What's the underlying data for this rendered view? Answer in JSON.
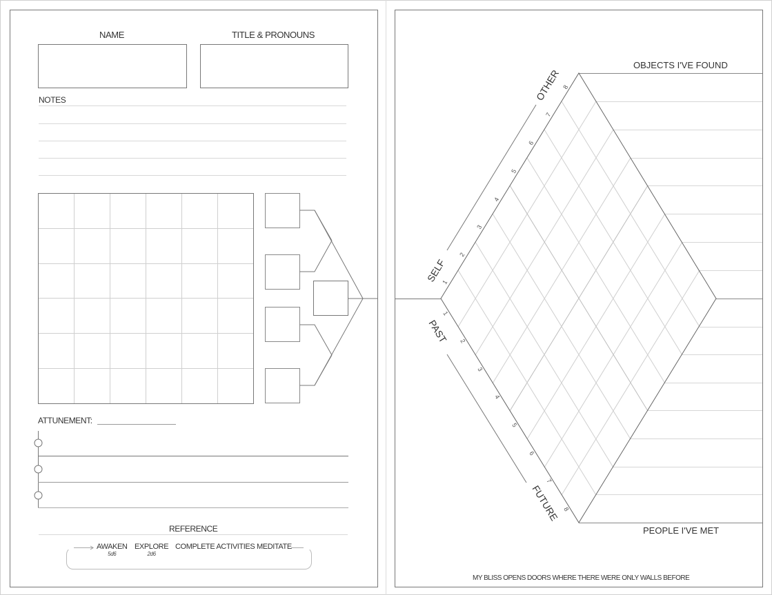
{
  "left_page": {
    "name_label": "NAME",
    "title_label": "TITLE & PRONOUNS",
    "notes_label": "NOTES",
    "notes_lines": 5,
    "grid": {
      "columns": 6,
      "rows": 6
    },
    "tree": {
      "leaf_boxes": 4,
      "root_box": 1
    },
    "attunement_label": "ATTUNEMENT:",
    "attunement_rows": 3,
    "reference_label": "REFERENCE",
    "reference_steps": [
      {
        "label": "AWAKEN",
        "sub": "5d6"
      },
      {
        "label": "EXPLORE",
        "sub": "2d6"
      },
      {
        "label": "COMPLETE ACTIVITIES",
        "sub": ""
      },
      {
        "label": "MEDITATE",
        "sub": ""
      }
    ]
  },
  "right_page": {
    "axis_labels": {
      "top_left_start": "SELF",
      "top_left_end": "OTHER",
      "bottom_left_start": "PAST",
      "bottom_left_end": "FUTURE"
    },
    "ticks": [
      "1",
      "2",
      "3",
      "4",
      "5",
      "6",
      "7",
      "8"
    ],
    "objects_label": "OBJECTS I'VE FOUND",
    "people_label": "PEOPLE I'VE MET",
    "footer_quote": "MY BLISS OPENS DOORS WHERE THERE WERE ONLY WALLS BEFORE"
  },
  "colors": {
    "border": "#777777",
    "grid_light": "#cccccc",
    "rule": "#d8d8d8",
    "text": "#333333"
  }
}
